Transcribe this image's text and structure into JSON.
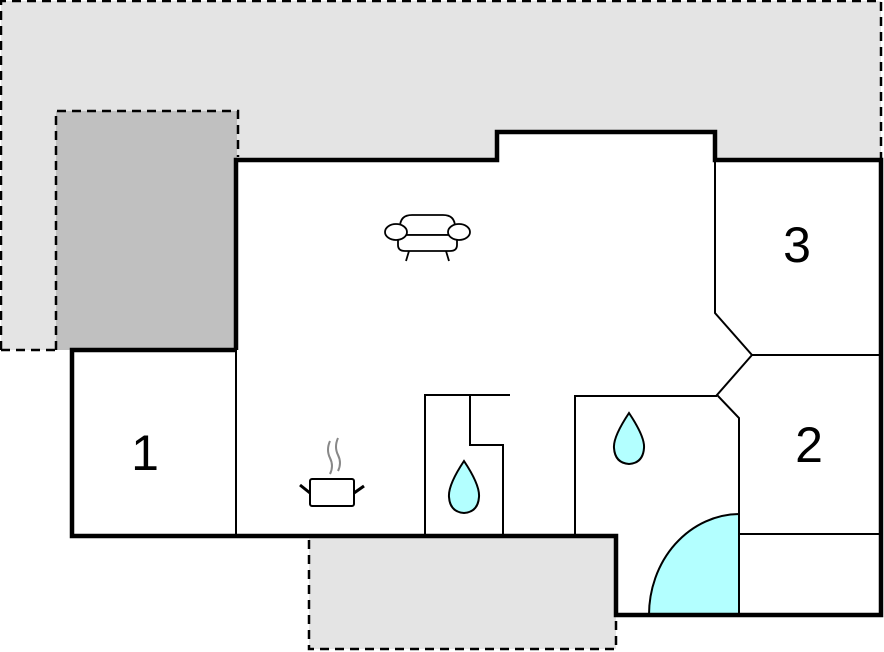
{
  "floorplan": {
    "colors": {
      "terrace": "#e4e4e4",
      "covered_terrace": "#c0c0c0",
      "wall": "#000000",
      "water": "#b3ffff",
      "background": "#ffffff"
    },
    "rooms": [
      {
        "id": "bedroom-1",
        "label": "1"
      },
      {
        "id": "bedroom-2",
        "label": "2"
      },
      {
        "id": "bedroom-3",
        "label": "3"
      }
    ],
    "icons": [
      {
        "name": "sofa-icon",
        "room": "living-room"
      },
      {
        "name": "cooking-pot-icon",
        "room": "kitchen"
      },
      {
        "name": "water-drop-icon",
        "room": "toilet"
      },
      {
        "name": "water-drop-icon",
        "room": "bathroom"
      },
      {
        "name": "shower-icon",
        "room": "bathroom"
      }
    ],
    "areas": [
      {
        "name": "terrace-top",
        "type": "outdoor"
      },
      {
        "name": "covered-terrace",
        "type": "outdoor-covered"
      },
      {
        "name": "terrace-bottom",
        "type": "outdoor"
      }
    ]
  }
}
